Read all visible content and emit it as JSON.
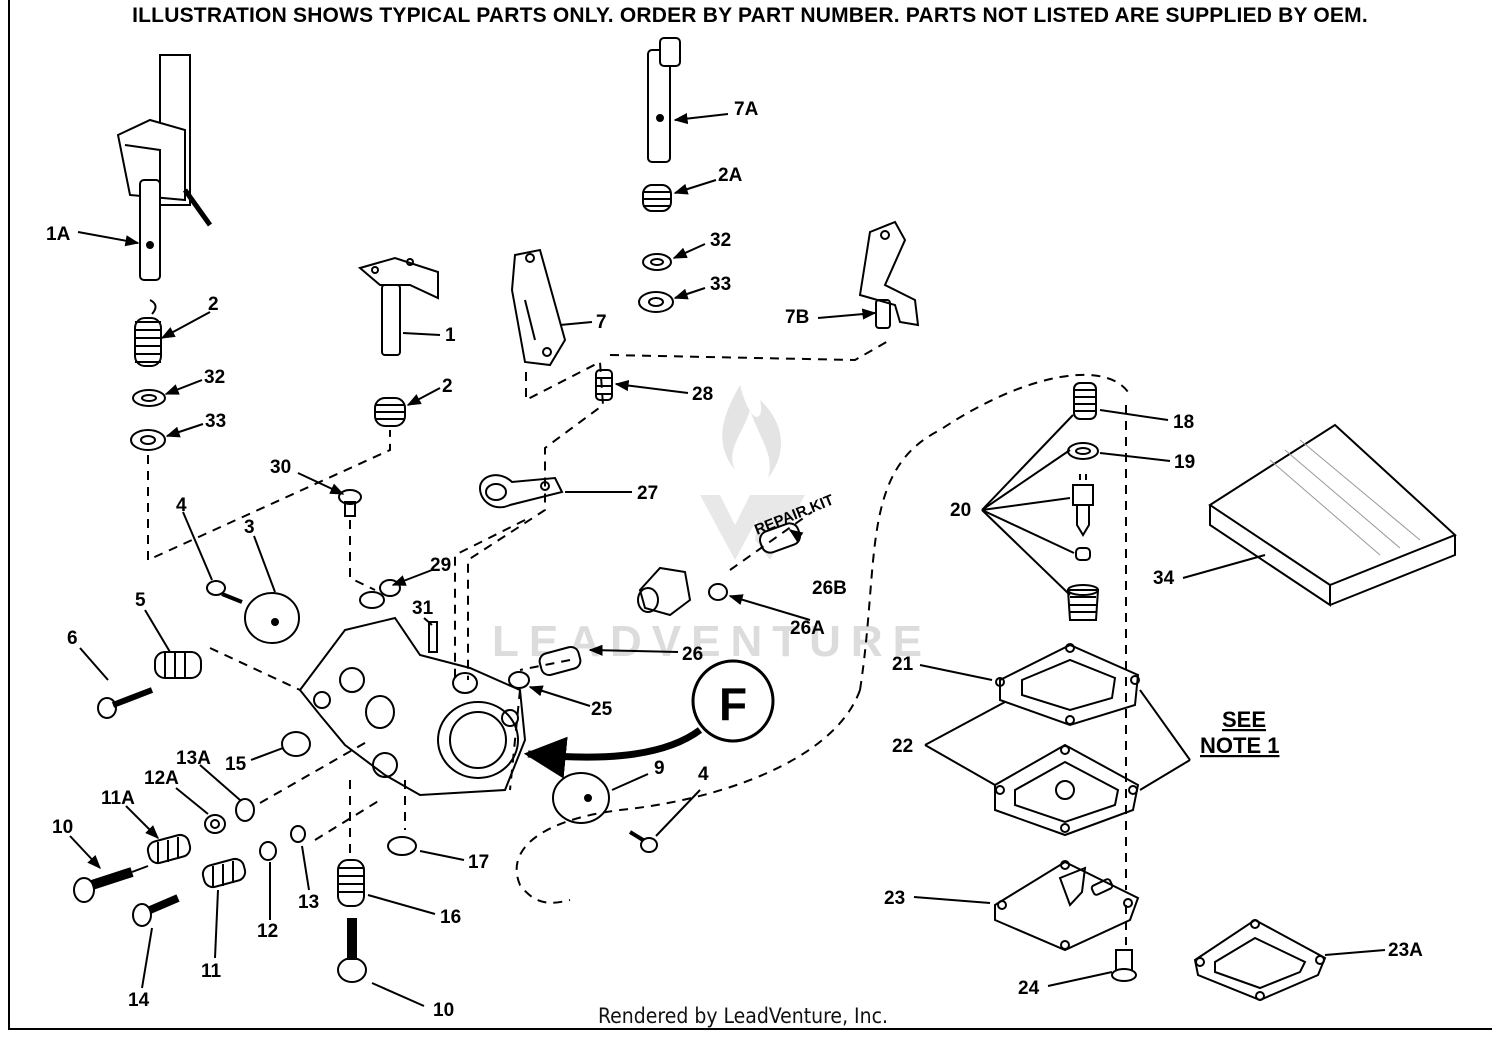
{
  "header": {
    "text": "ILLUSTRATION SHOWS TYPICAL PARTS ONLY. ORDER BY PART NUMBER. PARTS NOT LISTED ARE SUPPLIED BY OEM."
  },
  "footer": {
    "text": "Rendered by LeadVenture, Inc."
  },
  "watermark": {
    "text": "LEADVENTURE"
  },
  "repair_kit": {
    "text": "REPAIR KIT"
  },
  "inset": {
    "letter": "F"
  },
  "note": {
    "line1": "SEE",
    "line2": "NOTE 1"
  },
  "labels": {
    "p1A": "1A",
    "p2a": "2",
    "p32a": "32",
    "p33a": "33",
    "p1": "1",
    "p2b": "2",
    "p7": "7",
    "p7A": "7A",
    "p2A": "2A",
    "p32b": "32",
    "p33b": "33",
    "p7B": "7B",
    "p28": "28",
    "p27": "27",
    "p30": "30",
    "p29": "29",
    "p31": "31",
    "p4a": "4",
    "p3": "3",
    "p5": "5",
    "p6": "6",
    "p26B": "26B",
    "p26A": "26A",
    "p26": "26",
    "p25": "25",
    "p15": "15",
    "p13A": "13A",
    "p12A": "12A",
    "p11A": "11A",
    "p10a": "10",
    "p9": "9",
    "p4b": "4",
    "p17": "17",
    "p16": "16",
    "p10b": "10",
    "p13": "13",
    "p12": "12",
    "p11": "11",
    "p14": "14",
    "p18": "18",
    "p19": "19",
    "p20": "20",
    "p21": "21",
    "p22": "22",
    "p23": "23",
    "p23A": "23A",
    "p24": "24",
    "p34": "34"
  }
}
